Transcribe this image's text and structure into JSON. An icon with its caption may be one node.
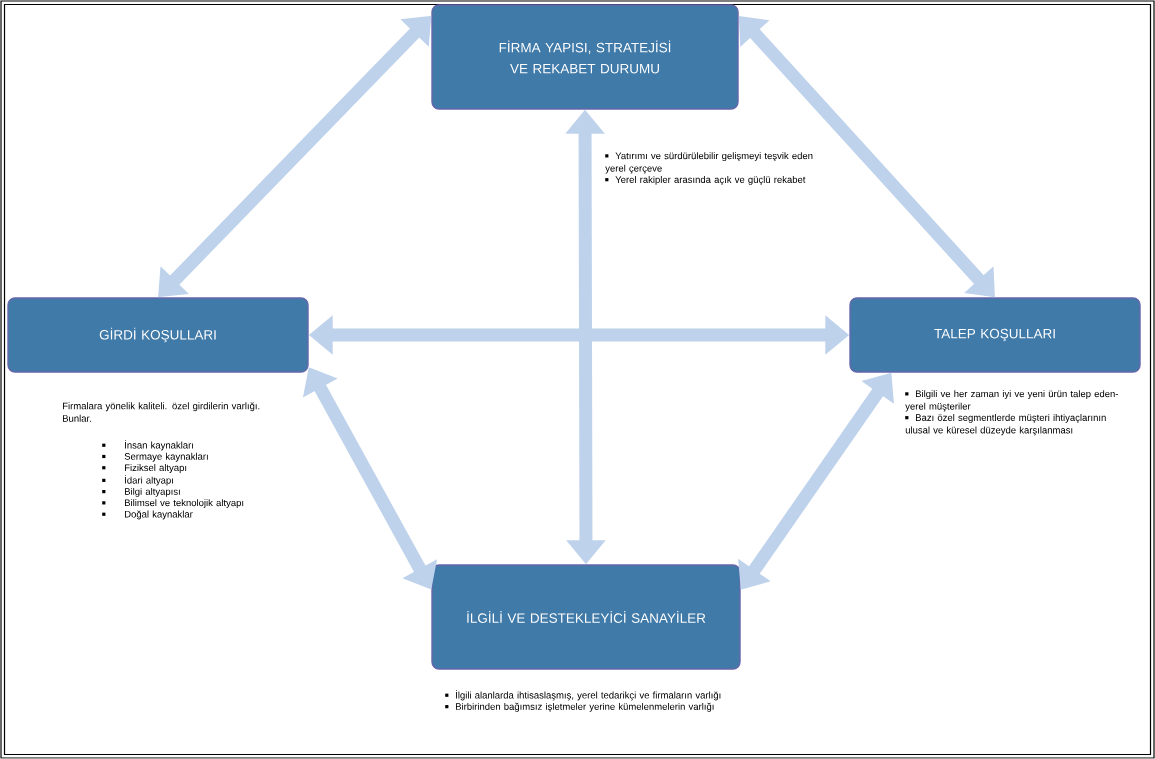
{
  "diagram": {
    "nodes": [
      {
        "text": [
          "FİRMA YAPISI, STRATEJİSİ VE REKABET DURUMU"
        ],
        "beside": [
          "Yatırımı ve sürdürülebilir gelişmeyi teşvik eden yerel çerçeve",
          "Yerel rakipler arasında açık ve güçlü rekabet"
        ]
      },
      {
        "text": [
          "GİRDİ KOŞULLARI"
        ],
        "beside": [
          "Firmalara yönelik kaliteli. özel girdilerin varlığı. Bunlar.",
          "İnsan kaynakları",
          "Sermaye kaynakları",
          "Fiziksel altyapı",
          "İdari altyapı",
          "Bilgi altyapısı",
          "Bilimsel ve teknolojik altyapı",
          "Doğal kaynaklar"
        ]
      },
      {
        "text": [
          "TALEP KOŞULLARI"
        ],
        "beside": [
          "Bilgili ve her zaman iyi ve yeni ürün talep eden-yerel müşteriler",
          "Bazı özel segmentlerde müşteri ihtiyaçlarının ulusal ve küresel düzeyde karşılanması"
        ]
      },
      {
        "text": [
          "İLGİLİ VE DESTEKLEYİCİ SANAYİLER"
        ],
        "beside": [
          "İlgili alanlarda ihtisaslaşmış, yerel tedarikçi ve firmaların varlığı",
          "Birbirinden bağımsız işletmeler yerine kümelenmelerin varlığı"
        ]
      }
    ],
    "edges": [
      {
        "from": 0,
        "to": 1,
        "arrow": "both"
      },
      {
        "from": 0,
        "to": 2,
        "arrow": "both"
      },
      {
        "from": 1,
        "to": 2,
        "arrow": "both"
      },
      {
        "from": 0,
        "to": 3,
        "arrow": "both"
      },
      {
        "from": 1,
        "to": 3,
        "arrow": "both"
      },
      {
        "from": 2,
        "to": 3,
        "arrow": "both"
      }
    ]
  }
}
